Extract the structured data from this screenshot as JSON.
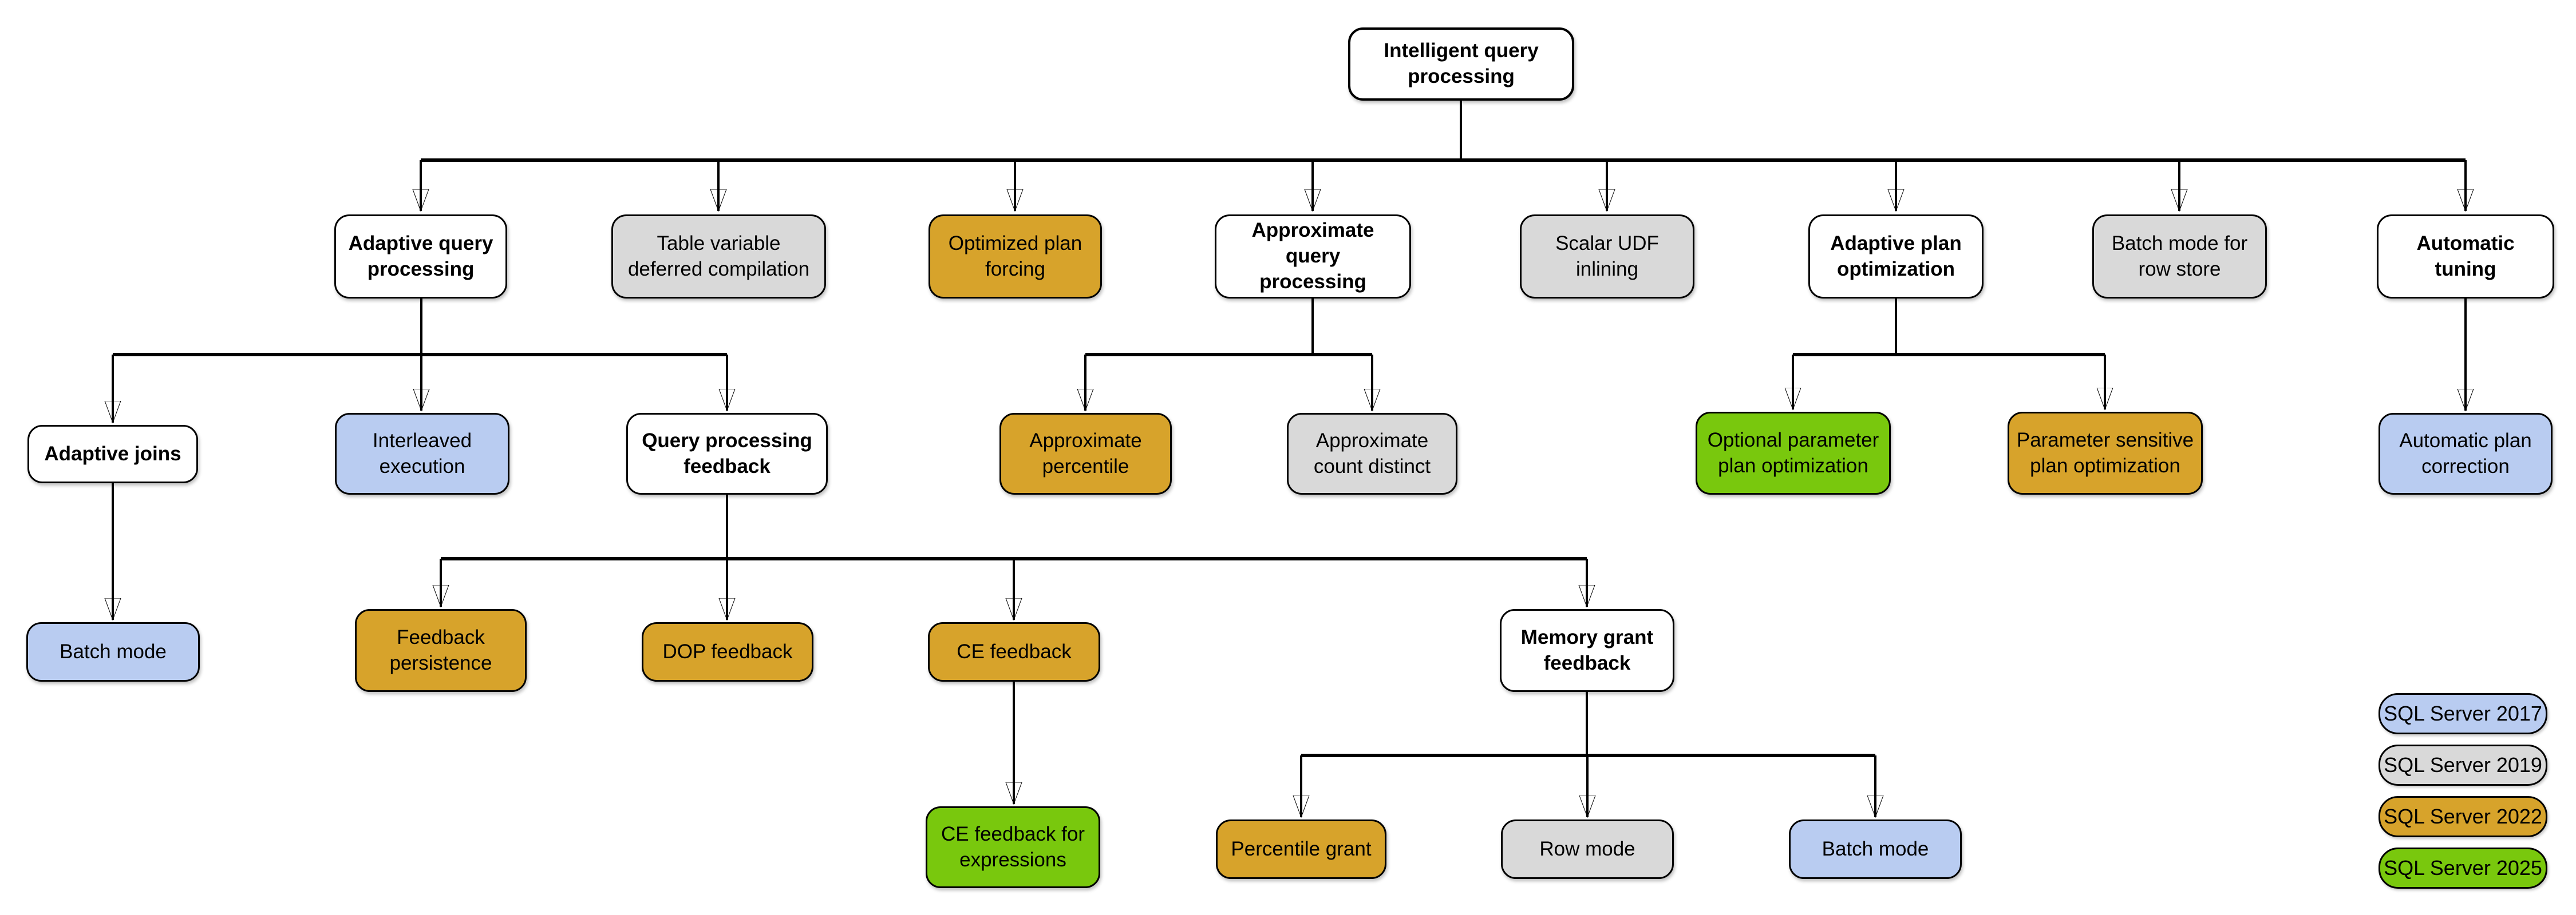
{
  "colors": {
    "white": "#ffffff",
    "gray": "#d9d9d9",
    "gold": "#d7a32b",
    "blue": "#b9ccf1",
    "green": "#79c80d",
    "line": "#000000"
  },
  "nodes": [
    {
      "label": "Intelligent query processing",
      "color": "white",
      "version": null
    },
    {
      "label": "Adaptive query processing",
      "color": "white",
      "version": null
    },
    {
      "label": "Table variable deferred compilation",
      "color": "gray",
      "version": "SQL Server 2019"
    },
    {
      "label": "Optimized plan forcing",
      "color": "gold",
      "version": "SQL Server 2022"
    },
    {
      "label": "Approximate query processing",
      "color": "white",
      "version": null
    },
    {
      "label": "Scalar UDF inlining",
      "color": "gray",
      "version": "SQL Server 2019"
    },
    {
      "label": "Adaptive plan optimization",
      "color": "white",
      "version": null
    },
    {
      "label": "Batch mode for row store",
      "color": "gray",
      "version": "SQL Server 2019"
    },
    {
      "label": "Automatic tuning",
      "color": "white",
      "version": null
    },
    {
      "label": "Adaptive joins",
      "color": "white",
      "version": null
    },
    {
      "label": "Interleaved execution",
      "color": "blue",
      "version": "SQL Server 2017"
    },
    {
      "label": "Query processing feedback",
      "color": "white",
      "version": null
    },
    {
      "label": "Approximate percentile",
      "color": "gold",
      "version": "SQL Server 2022"
    },
    {
      "label": "Approximate count distinct",
      "color": "gray",
      "version": "SQL Server 2019"
    },
    {
      "label": "Optional parameter plan optimization",
      "color": "green",
      "version": "SQL Server 2025"
    },
    {
      "label": "Parameter sensitive plan optimization",
      "color": "gold",
      "version": "SQL Server 2022"
    },
    {
      "label": "Automatic plan correction",
      "color": "blue",
      "version": "SQL Server 2017"
    },
    {
      "label": "Batch mode",
      "color": "blue",
      "version": "SQL Server 2017"
    },
    {
      "label": "Feedback persistence",
      "color": "gold",
      "version": "SQL Server 2022"
    },
    {
      "label": "DOP feedback",
      "color": "gold",
      "version": "SQL Server 2022"
    },
    {
      "label": "CE feedback",
      "color": "gold",
      "version": "SQL Server 2022"
    },
    {
      "label": "Memory grant feedback",
      "color": "white",
      "version": null
    },
    {
      "label": "CE feedback for expressions",
      "color": "green",
      "version": "SQL Server 2025"
    },
    {
      "label": "Percentile grant",
      "color": "gold",
      "version": "SQL Server 2022"
    },
    {
      "label": "Row mode",
      "color": "gray",
      "version": "SQL Server 2019"
    },
    {
      "label": "Batch mode",
      "color": "blue",
      "version": "SQL Server 2017"
    }
  ],
  "edges": [
    {
      "from": "Intelligent query processing",
      "to": [
        "Adaptive query processing",
        "Table variable deferred compilation",
        "Optimized plan forcing",
        "Approximate query processing",
        "Scalar UDF inlining",
        "Adaptive plan optimization",
        "Batch mode for row store",
        "Automatic tuning"
      ]
    },
    {
      "from": "Adaptive query processing",
      "to": [
        "Adaptive joins",
        "Interleaved execution",
        "Query processing feedback"
      ]
    },
    {
      "from": "Approximate query processing",
      "to": [
        "Approximate percentile",
        "Approximate count distinct"
      ]
    },
    {
      "from": "Adaptive plan optimization",
      "to": [
        "Optional parameter plan optimization",
        "Parameter sensitive plan optimization"
      ]
    },
    {
      "from": "Automatic tuning",
      "to": [
        "Automatic plan correction"
      ]
    },
    {
      "from": "Adaptive joins",
      "to": [
        "Batch mode"
      ]
    },
    {
      "from": "Query processing feedback",
      "to": [
        "Feedback persistence",
        "DOP feedback",
        "CE feedback",
        "Memory grant feedback"
      ]
    },
    {
      "from": "CE feedback",
      "to": [
        "CE feedback for expressions"
      ]
    },
    {
      "from": "Memory grant feedback",
      "to": [
        "Percentile grant",
        "Row mode",
        "Batch mode"
      ]
    }
  ],
  "legend": {
    "items": [
      {
        "label": "SQL Server 2017",
        "color": "blue"
      },
      {
        "label": "SQL Server 2019",
        "color": "gray"
      },
      {
        "label": "SQL Server 2022",
        "color": "gold"
      },
      {
        "label": "SQL Server 2025",
        "color": "green"
      }
    ]
  }
}
